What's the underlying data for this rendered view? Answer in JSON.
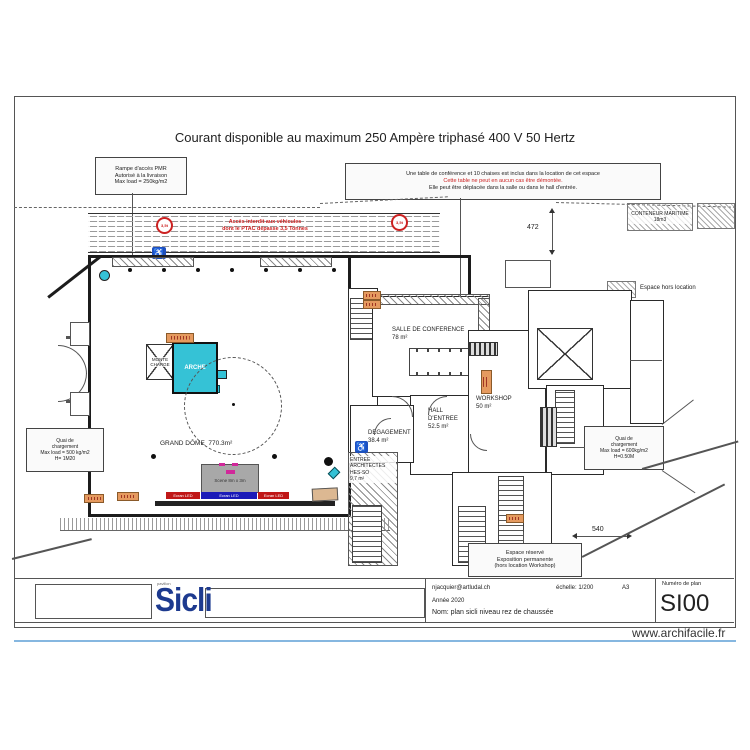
{
  "page": {
    "title": "Courant disponible au maximum 250 Ampère triphasé 400 V 50 Hertz",
    "website": "www.archifacile.fr"
  },
  "annotations": {
    "ramp": {
      "l1": "Rampe d'accès PMR",
      "l2": "Autorisé à la livraison",
      "l3": "Max load = 250kg/m2"
    },
    "table_note": {
      "l1": "Une table de conférence et 10 chaises est inclus dans la location de cet espace",
      "l2": "Cette table ne peut en aucun cas être démontée.",
      "l3": "Elle peut être déplacée dans la salle ou dans le hall d'entrée."
    },
    "road_warning": {
      "l1": "Accès interdit aux véhicules",
      "l2": "dont le PTAC dépasse 3,5 Tonnes",
      "sign": "3,5t"
    },
    "container": "CONTENEUR MARITIME 18m3",
    "legend_out": "Espace hors location",
    "quai_left": {
      "l1": "Quai de",
      "l2": "chargement",
      "l3": "Max load = 500 kg/m2",
      "l4": "H= 1M20"
    },
    "quai_right": {
      "l1": "Quai de",
      "l2": "chargement",
      "l3": "Max load = 600kg/m2",
      "l4": "H=0.50M"
    },
    "expo": {
      "l1": "Espace réservé",
      "l2": "Exposition permanente",
      "l3": "(hors location Workshop)"
    }
  },
  "dimensions": {
    "d472": "472",
    "d540": "540"
  },
  "rooms": {
    "dome": {
      "name": "GRAND DÔME",
      "area": "770.3m²"
    },
    "conference": {
      "name": "SALLE DE CONFERENCE",
      "area": "78 m²"
    },
    "hall": {
      "l1": "HALL",
      "l2": "D'ENTREE",
      "area": "52.5 m²"
    },
    "workshop": {
      "name": "WORKSHOP",
      "area": "50 m²"
    },
    "degagement": {
      "name": "DEGAGEMENT",
      "area": "38.4 m²"
    },
    "entree_arch": {
      "l1": "ENTREE",
      "l2": "ARCHITECTES",
      "l3": "HES-SO",
      "l4": "9,7 m²"
    }
  },
  "objects": {
    "monte_charge": "MONTE CHARGE",
    "arche": "ARCHE",
    "trap": "TRAP",
    "scene": "Scene 8m x 3m",
    "ecran_led": "Ecran LED"
  },
  "titleblock": {
    "pavillon": "pavillon",
    "logo": "Sicli",
    "email": "njacquier@artludal.ch",
    "echelle": "échelle: 1/200",
    "format": "A3",
    "annee": "Année 2020",
    "nom": "Nom: plan  sicli  niveau  rez  de  chaussée",
    "numero_label": "Numéro de plan",
    "numero": "SI00"
  },
  "colors": {
    "accent_cyan": "#35c2d6",
    "tag_orange": "#e59a5f",
    "warning_red": "#cc2222",
    "logo_blue": "#1d3a8f",
    "stage_red": "#c01818",
    "stage_blue": "#1a1ab8"
  }
}
